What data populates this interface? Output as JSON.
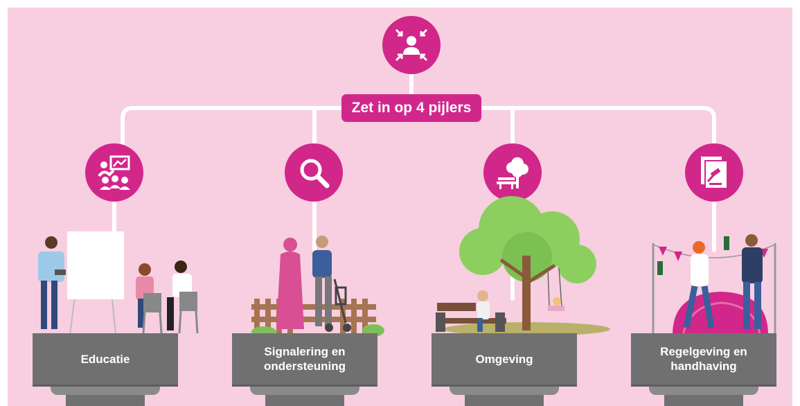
{
  "title": "Zet in op 4 pijlers",
  "central_icon": "person-focus-icon",
  "colors": {
    "background": "#f7cfe0",
    "accent": "#d1278a",
    "pedestal": "#707070"
  },
  "pillars": [
    {
      "label": "Educatie",
      "icon": "presentation-icon"
    },
    {
      "label": "Signalering en ondersteuning",
      "icon": "magnifier-icon"
    },
    {
      "label": "Omgeving",
      "icon": "tree-bench-icon"
    },
    {
      "label": "Regelgeving en handhaving",
      "icon": "gavel-book-icon"
    }
  ]
}
